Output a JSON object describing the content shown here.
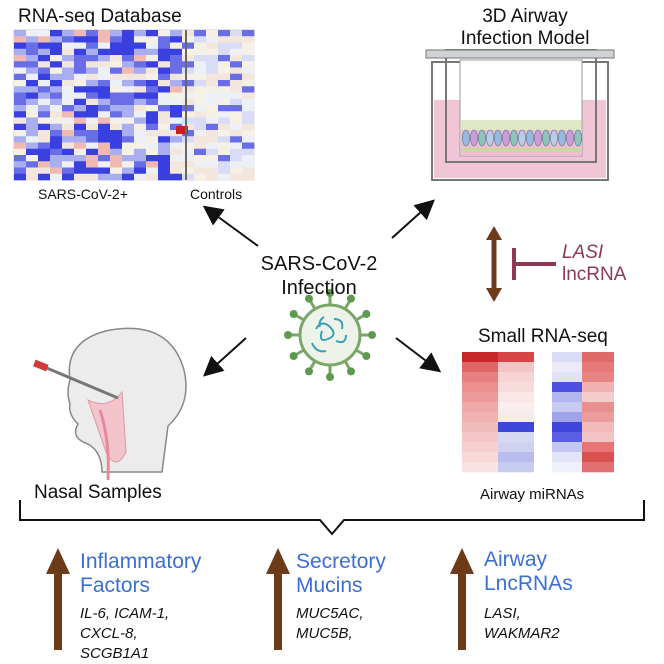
{
  "database": {
    "title": "RNA-seq Database",
    "label_left": "SARS-CoV-2+",
    "label_right": "Controls"
  },
  "model": {
    "title_line1": "3D Airway",
    "title_line2": "Infection Model"
  },
  "center": {
    "line1": "SARS-CoV-2",
    "line2": "Infection"
  },
  "lasi": {
    "line1": "LASI",
    "line2": "lncRNA"
  },
  "small_rna": {
    "title": "Small RNA-seq",
    "caption": "Airway miRNAs"
  },
  "nasal": {
    "label": "Nasal Samples"
  },
  "outcomes": [
    {
      "title_line1": "Inflammatory",
      "title_line2": "Factors",
      "genes": [
        "IL-6, ICAM-1,",
        "CXCL-8,",
        "SCGB1A1"
      ]
    },
    {
      "title_line1": "Secretory",
      "title_line2": "Mucins",
      "genes": [
        "MUC5AC,",
        "MUC5B,"
      ]
    },
    {
      "title_line1": "Airway",
      "title_line2": "LncRNAs",
      "genes": [
        "LASI,",
        "WAKMAR2"
      ]
    }
  ],
  "colors": {
    "heat_blue": "#4a4ee0",
    "heat_red": "#d8443e",
    "arrow_brown": "#6b3c17",
    "lasi_purple": "#8b3a55",
    "accent_blue": "#3b6fd0"
  }
}
